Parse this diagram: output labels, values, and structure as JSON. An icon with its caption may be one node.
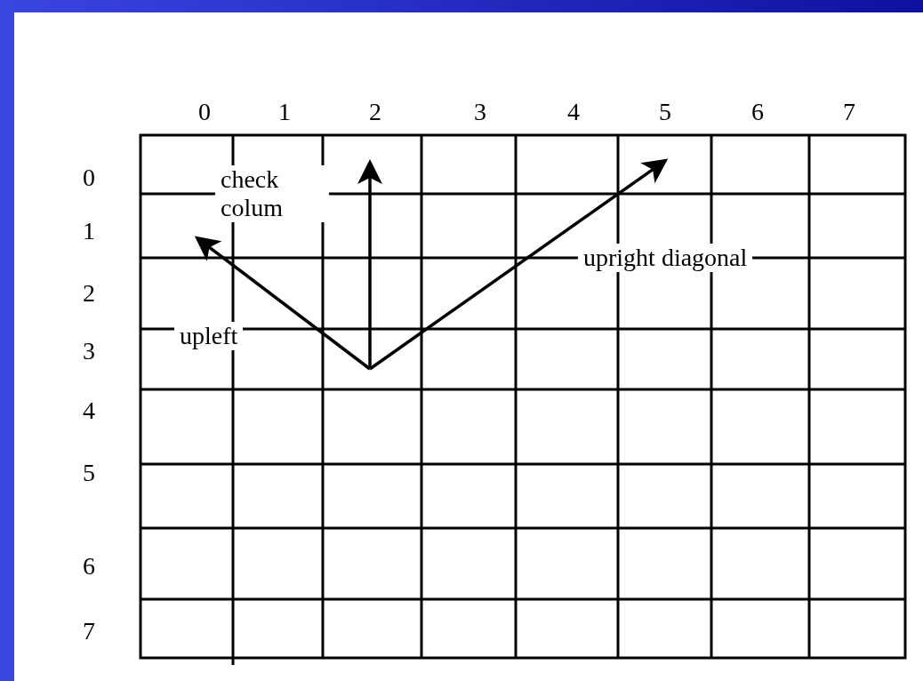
{
  "diagram": {
    "labels": [
      "0",
      "1",
      "2",
      "3",
      "4",
      "5",
      "6",
      "7",
      "0",
      "1",
      "2",
      "3",
      "4",
      "5",
      "6",
      "7",
      "check colum",
      "upright diagonal",
      "upleft"
    ]
  }
}
